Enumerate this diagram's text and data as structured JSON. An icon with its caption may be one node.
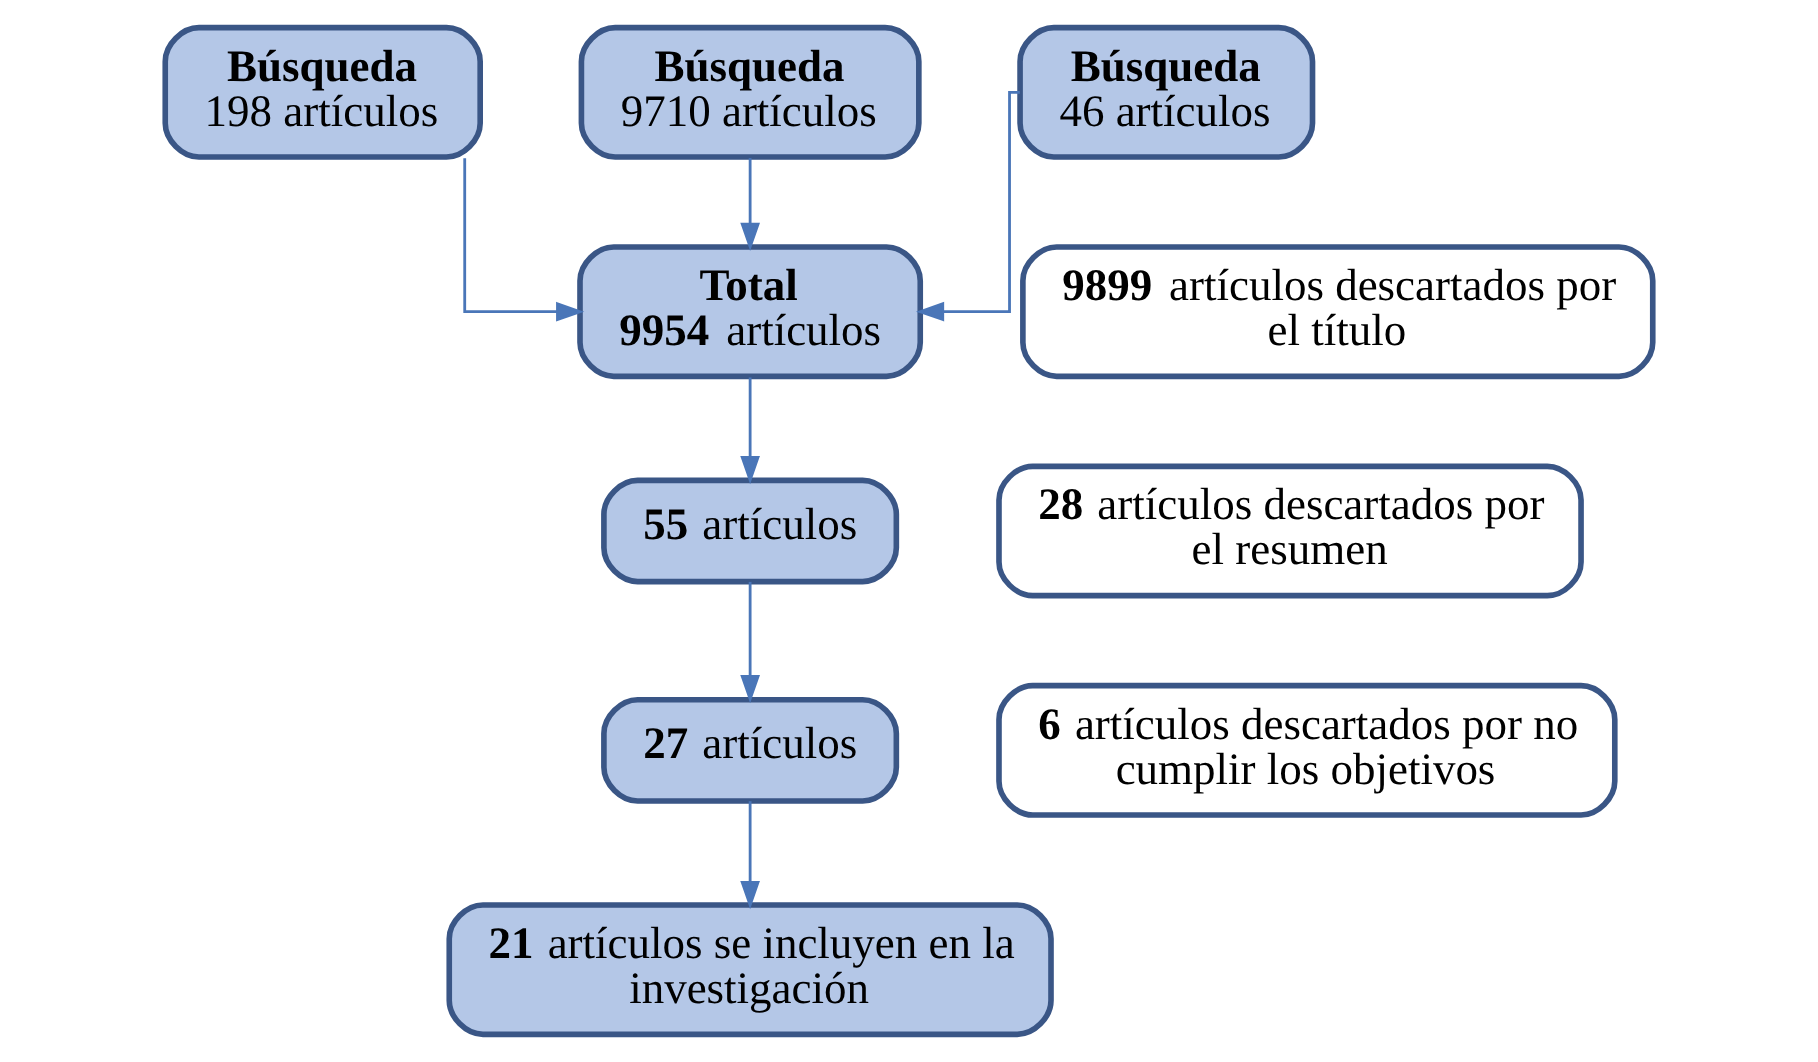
{
  "diagram": {
    "nodes": [
      {
        "text": [
          "Búsqueda",
          "198 artículos"
        ]
      },
      {
        "text": [
          "Búsqueda",
          "9710 artículos"
        ]
      },
      {
        "text": [
          "Búsqueda",
          "46 artículos"
        ]
      },
      {
        "text": [
          "Total",
          "**9954** artículos"
        ]
      },
      {
        "text": [
          "**9899** artículos descartados por el título"
        ]
      },
      {
        "text": [
          "**55** artículos"
        ]
      },
      {
        "text": [
          "**28** artículos descartados por el resumen"
        ]
      },
      {
        "text": [
          "**27** artículos"
        ]
      },
      {
        "text": [
          "**6** artículos descartados por no cumplir los objetivos"
        ]
      },
      {
        "text": [
          "**21** artículos se incluyen en la investigación"
        ]
      }
    ],
    "edges": [
      {
        "from": 0,
        "to": 3,
        "arrow": "to"
      },
      {
        "from": 1,
        "to": 3,
        "arrow": "to"
      },
      {
        "from": 2,
        "to": 3,
        "arrow": "to"
      },
      {
        "from": 3,
        "to": 5,
        "arrow": "to"
      },
      {
        "from": 5,
        "to": 7,
        "arrow": "to"
      },
      {
        "from": 7,
        "to": 9,
        "arrow": "to"
      }
    ]
  }
}
